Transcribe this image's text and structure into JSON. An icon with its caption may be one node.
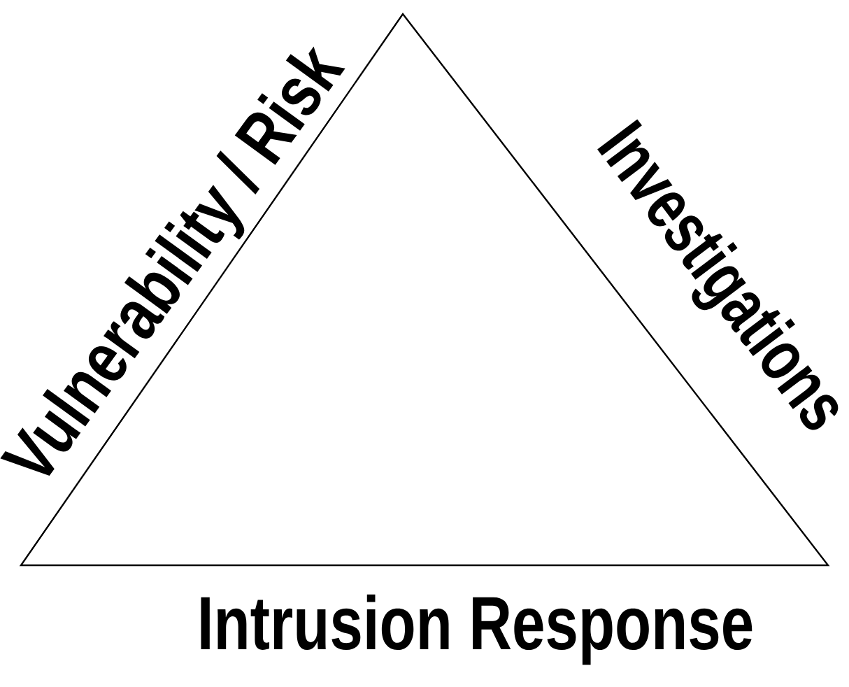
{
  "diagram": {
    "labels": [
      "Vulnerability / Risk",
      "Investigations",
      "Intrusion Response"
    ]
  }
}
